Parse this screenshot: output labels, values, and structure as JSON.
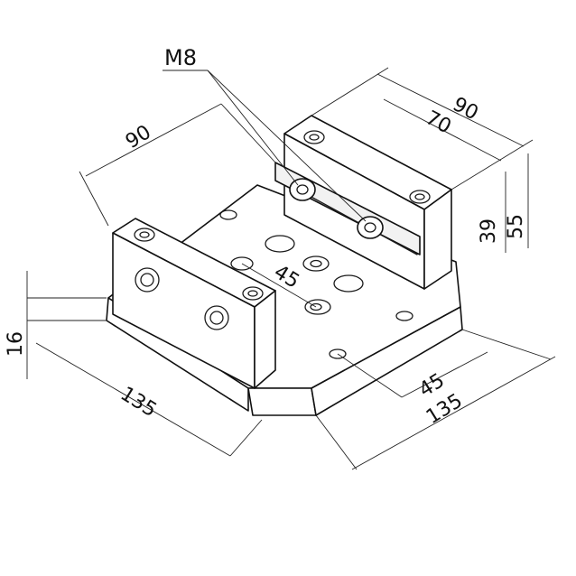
{
  "labels": {
    "thread": "M8"
  },
  "dimensions": {
    "top_width": "90",
    "top_inner": "70",
    "top_height_inner": "39",
    "top_height_outer": "55",
    "left_width": "90",
    "hole_pitch_center": "45",
    "base_thickness": "16",
    "base_length_left": "135",
    "hole_pitch_right": "45",
    "base_length_right": "135"
  }
}
